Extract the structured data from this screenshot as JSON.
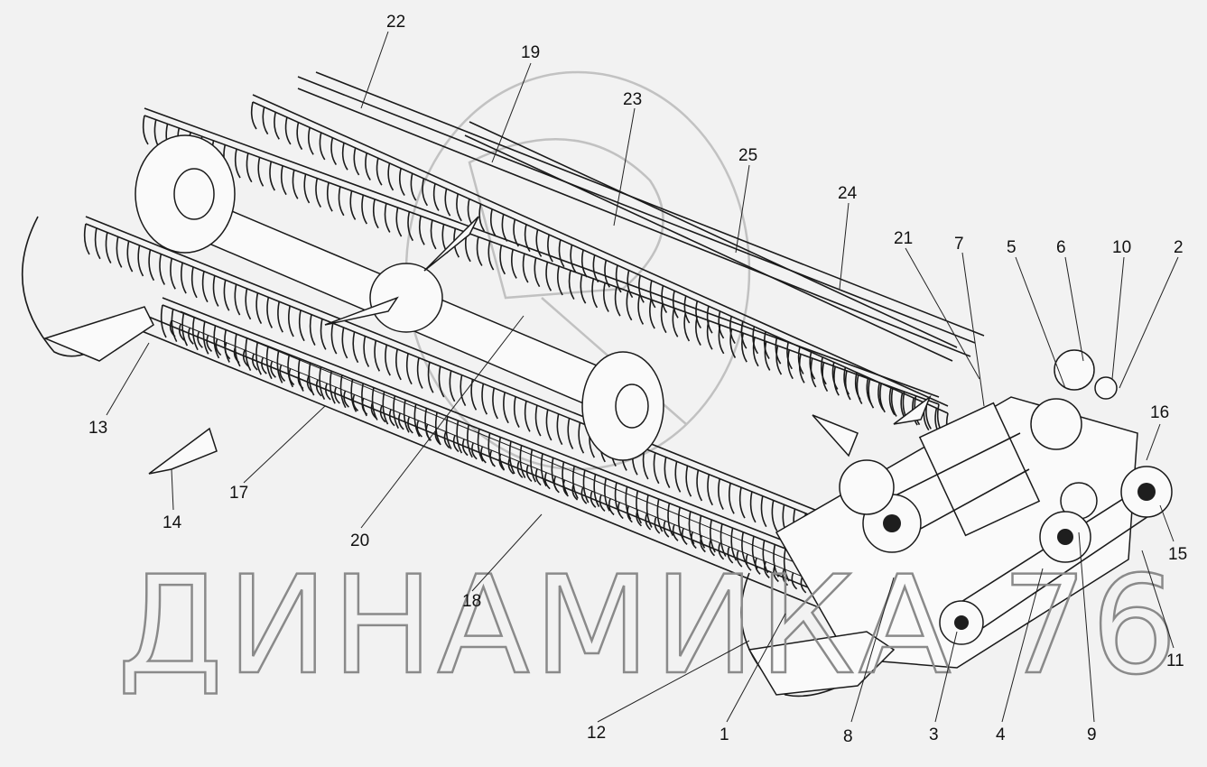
{
  "watermark": "ДИНАМИКА 76",
  "callouts": [
    {
      "id": "c1",
      "label": "1"
    },
    {
      "id": "c2",
      "label": "2"
    },
    {
      "id": "c3",
      "label": "3"
    },
    {
      "id": "c4",
      "label": "4"
    },
    {
      "id": "c5",
      "label": "5"
    },
    {
      "id": "c6",
      "label": "6"
    },
    {
      "id": "c7",
      "label": "7"
    },
    {
      "id": "c8",
      "label": "8"
    },
    {
      "id": "c9",
      "label": "9"
    },
    {
      "id": "c10",
      "label": "10"
    },
    {
      "id": "c11",
      "label": "11"
    },
    {
      "id": "c12",
      "label": "12"
    },
    {
      "id": "c13",
      "label": "13"
    },
    {
      "id": "c14",
      "label": "14"
    },
    {
      "id": "c15",
      "label": "15"
    },
    {
      "id": "c16",
      "label": "16"
    },
    {
      "id": "c17",
      "label": "17"
    },
    {
      "id": "c18",
      "label": "18"
    },
    {
      "id": "c19",
      "label": "19"
    },
    {
      "id": "c20",
      "label": "20"
    },
    {
      "id": "c21",
      "label": "21"
    },
    {
      "id": "c22",
      "label": "22"
    },
    {
      "id": "c23",
      "label": "23"
    },
    {
      "id": "c24",
      "label": "24"
    },
    {
      "id": "c25",
      "label": "25"
    }
  ]
}
